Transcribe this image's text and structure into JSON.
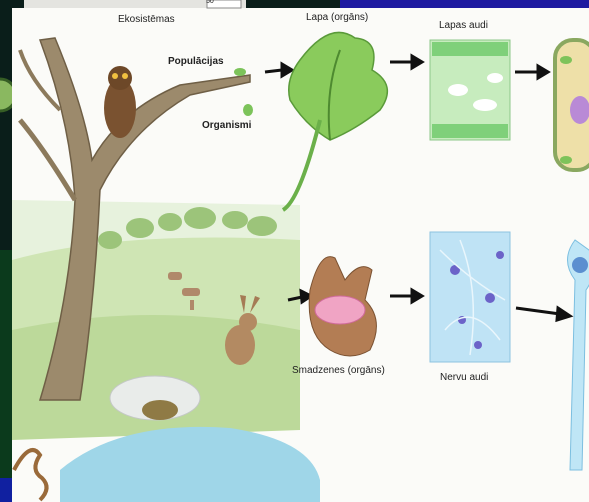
{
  "labels": {
    "ecosystem": "Ekosistēmas",
    "populations": "Populācijas",
    "organisms": "Organismi",
    "leaf_organ": "Lapa (orgāns)",
    "leaf_tissue": "Lapas audi",
    "brain_organ": "Smadzenes (orgāns)",
    "nerve_tissue": "Nervu audi",
    "corner_note": "50"
  },
  "icons": [
    "owl-icon",
    "tree-icon",
    "rabbit-icon",
    "deer-icon",
    "turtle-icon",
    "snake-icon",
    "leaf-icon",
    "cell-icon",
    "neuron-icon",
    "arrow-icon"
  ],
  "colors": {
    "background_dark": "#0a1e1a",
    "blue_bar": "#1e1aa0",
    "leaf_green": "#7cc35a",
    "tissue_blue": "#bfe3f5",
    "water": "#9fd6e8"
  }
}
